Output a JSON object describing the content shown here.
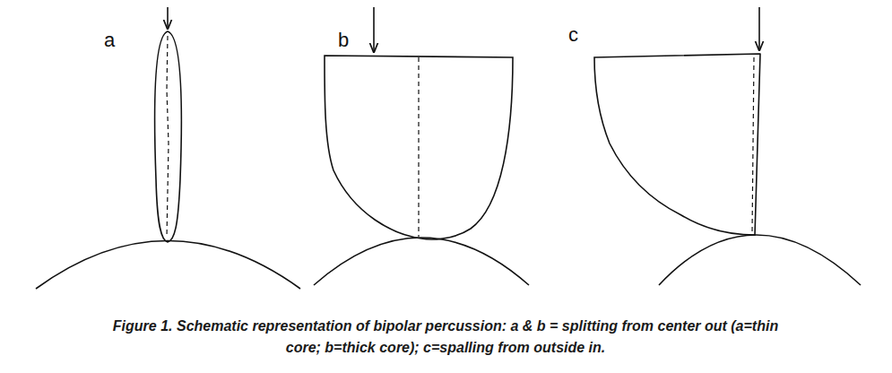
{
  "diagram": {
    "caption": "Figure 1. Schematic representation of bipolar percussion: a & b = splitting from center out (a=thin core; b=thick core); c=spalling from outside in.",
    "labels": [
      "a",
      "b",
      "c"
    ]
  }
}
